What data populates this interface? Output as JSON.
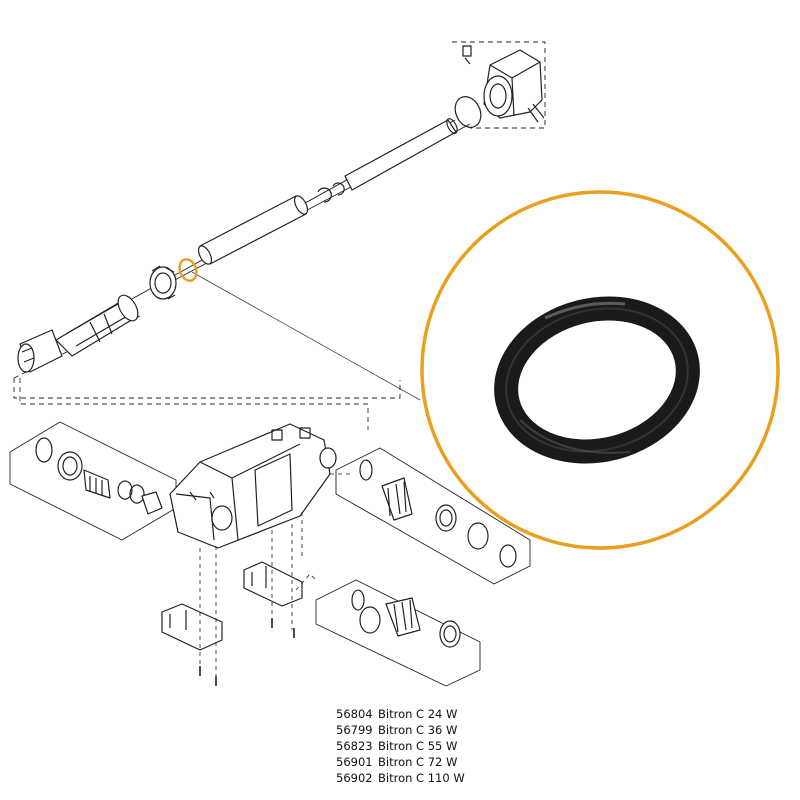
{
  "diagram": {
    "highlight_color": "#e8a020",
    "line_color": "#222222",
    "parts": [
      {
        "part_number": "56804",
        "model": "Bitron C 24 W"
      },
      {
        "part_number": "56799",
        "model": "Bitron C 36 W"
      },
      {
        "part_number": "56823",
        "model": "Bitron C 55 W"
      },
      {
        "part_number": "56901",
        "model": "Bitron C 72 W"
      },
      {
        "part_number": "56902",
        "model": "Bitron C 110 W"
      }
    ]
  }
}
